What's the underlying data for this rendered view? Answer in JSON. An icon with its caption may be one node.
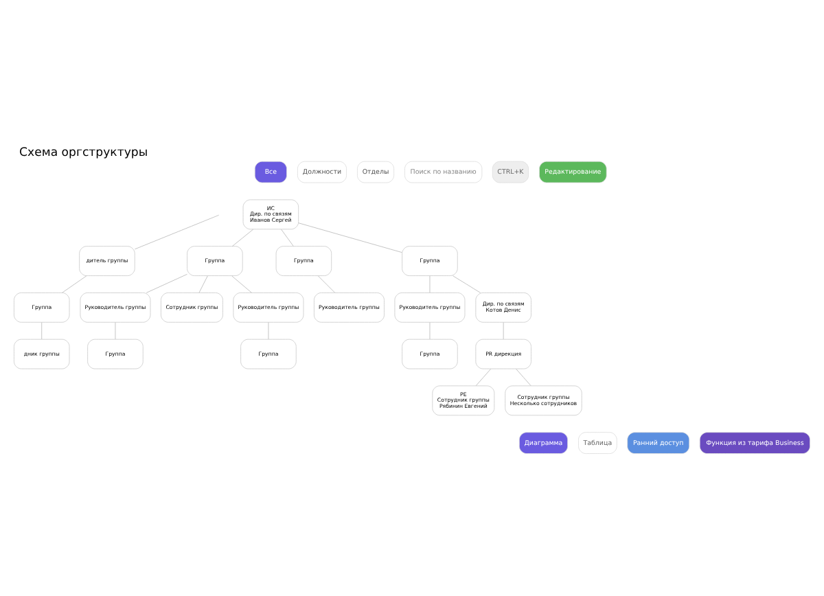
{
  "diagram": {
    "title": "Схема оргструктуры",
    "nodes": [
      {
        "text": [
          "ИС",
          "Дир. по связям",
          "Иванов Сергей"
        ]
      },
      {
        "text": [
          "Группа"
        ]
      },
      {
        "text": [
          "Группа"
        ]
      },
      {
        "text": [
          "Группа"
        ]
      },
      {
        "text": [
          "дитель группы"
        ]
      },
      {
        "text": [
          "Руководитель группы"
        ]
      },
      {
        "text": [
          "Сотрудник группы"
        ]
      },
      {
        "text": [
          "Руководитель группы"
        ]
      },
      {
        "text": [
          "Руководитель группы"
        ]
      },
      {
        "text": [
          "Руководитель группы"
        ]
      },
      {
        "text": [
          "Дир. по связям",
          "Котов Денис"
        ]
      },
      {
        "text": [
          "Группа"
        ]
      },
      {
        "text": [
          "Группа"
        ]
      },
      {
        "text": [
          "Группа"
        ]
      },
      {
        "text": [
          "Группа"
        ]
      },
      {
        "text": [
          "PR дирекция"
        ]
      },
      {
        "text": [
          "дник группы"
        ]
      },
      {
        "text": [
          "РЕ",
          "Сотрудник группы",
          "Рябинин Евгений"
        ]
      },
      {
        "text": [
          "Сотрудник группы",
          "Несколько сотрудников"
        ]
      }
    ],
    "edges": [
      {
        "from": 0,
        "to": 1,
        "arrow": "none"
      },
      {
        "from": 0,
        "to": 2,
        "arrow": "none"
      },
      {
        "from": 0,
        "to": 3,
        "arrow": "none"
      },
      {
        "from": null,
        "to": 4,
        "arrow": "none"
      },
      {
        "from": 1,
        "to": 5,
        "arrow": "none"
      },
      {
        "from": 1,
        "to": 6,
        "arrow": "none"
      },
      {
        "from": 1,
        "to": 7,
        "arrow": "none"
      },
      {
        "from": 2,
        "to": 8,
        "arrow": "none"
      },
      {
        "from": 3,
        "to": 9,
        "arrow": "none"
      },
      {
        "from": 3,
        "to": 10,
        "arrow": "none"
      },
      {
        "from": 4,
        "to": 11,
        "arrow": "none"
      },
      {
        "from": 5,
        "to": 12,
        "arrow": "none"
      },
      {
        "from": 7,
        "to": 13,
        "arrow": "none"
      },
      {
        "from": 9,
        "to": 14,
        "arrow": "none"
      },
      {
        "from": 10,
        "to": 15,
        "arrow": "none"
      },
      {
        "from": 11,
        "to": 16,
        "arrow": "none"
      },
      {
        "from": 15,
        "to": 17,
        "arrow": "none"
      },
      {
        "from": 15,
        "to": 18,
        "arrow": "none"
      }
    ],
    "labels": [
      "Все",
      "Должности",
      "Отделы",
      "Поиск по названию",
      "CTRL+K",
      "Редактирование",
      "Диаграмма",
      "Таблица",
      "Ранний доступ",
      "Функция из тарифа Business"
    ]
  }
}
